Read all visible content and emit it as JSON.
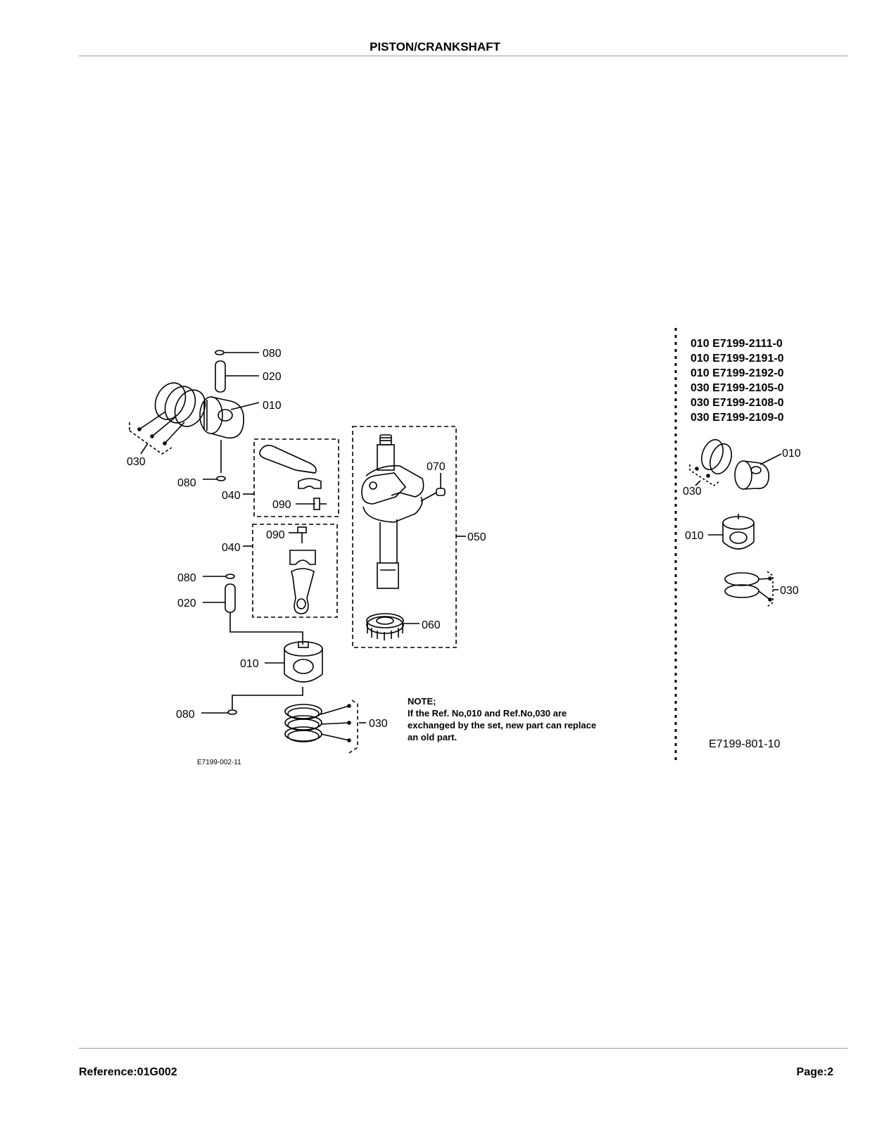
{
  "page": {
    "title": "PISTON/CRANKSHAFT",
    "reference": "Reference:01G002",
    "page_number": "Page:2"
  },
  "diagram": {
    "labels": {
      "l080a": "080",
      "l020a": "020",
      "l010a": "010",
      "l030a": "030",
      "l080b": "080",
      "l040a": "040",
      "l090a": "090",
      "l040b": "040",
      "l090b": "090",
      "l080c": "080",
      "l020b": "020",
      "l010b": "010",
      "l080d": "080",
      "l030b": "030",
      "l070": "070",
      "l050": "050",
      "l060": "060"
    },
    "note": {
      "line1": "NOTE;",
      "line2": "If the Ref. No,010 and Ref.No,030 are",
      "line3": "exchanged by the set, new part can replace",
      "line4": "an old part."
    },
    "drawing_code_left": "E7199-002-11",
    "part_numbers": [
      "010 E7199-2111-0",
      "010 E7199-2191-0",
      "010 E7199-2192-0",
      "030 E7199-2105-0",
      "030 E7199-2108-0",
      "030 E7199-2109-0"
    ],
    "right_labels": {
      "r010a": "010",
      "r030a": "030",
      "r010b": "010",
      "r030b": "030"
    },
    "drawing_code_right": "E7199-801-10"
  }
}
